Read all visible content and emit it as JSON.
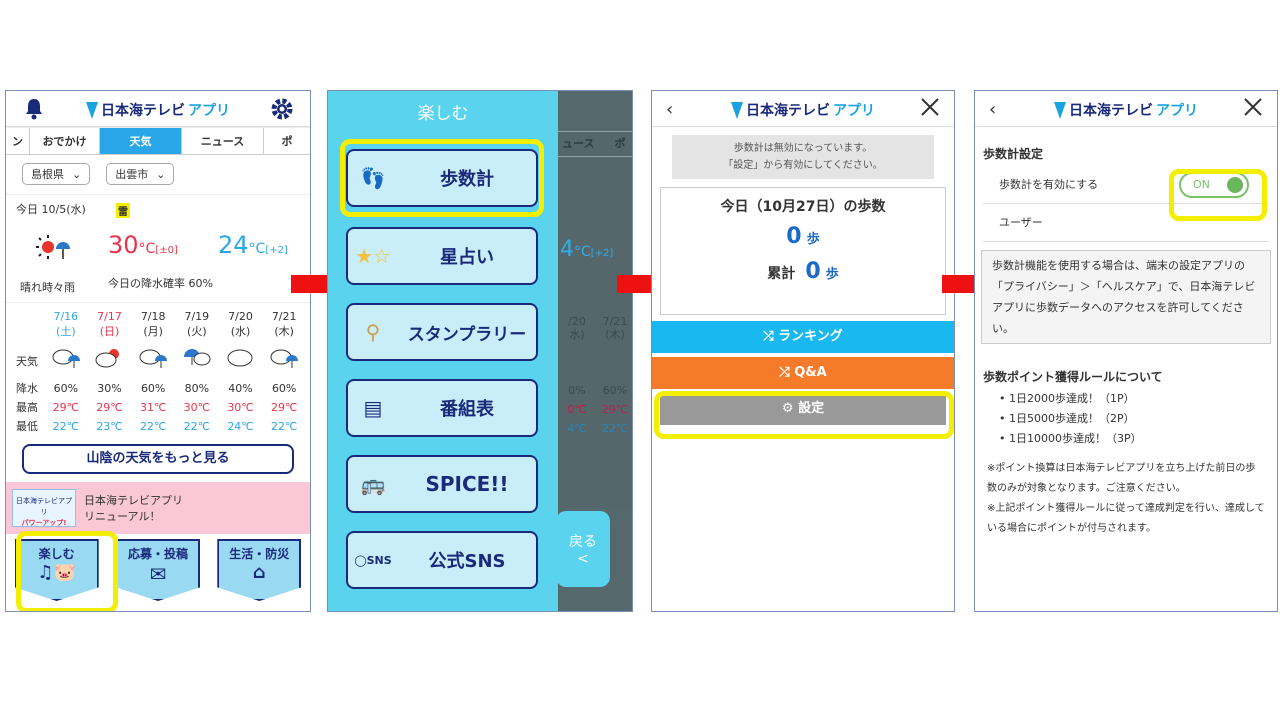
{
  "logo": {
    "main": "日本海テレビ",
    "app": "アプリ"
  },
  "p1": {
    "tabs": [
      "ン",
      "おでかけ",
      "天気",
      "ニュース",
      "ポ"
    ],
    "pref": "島根県",
    "city": "出雲市",
    "today_date": "今日 10/5(水)",
    "today_warn": "雷",
    "high": "30",
    "high_unit": "°C",
    "high_diff": "[±0]",
    "low": "24",
    "low_unit": "°C",
    "low_diff": "[+2]",
    "weather_desc": "晴れ時々雨",
    "rain": "今日の降水確率 60%",
    "days": [
      "7/16",
      "7/17",
      "7/18",
      "7/19",
      "7/20",
      "7/21"
    ],
    "wdays": [
      "(土)",
      "(日)",
      "(月)",
      "(火)",
      "(水)",
      "(木)"
    ],
    "row_labels": [
      "天気",
      "降水",
      "最高",
      "最低"
    ],
    "rain_vals": [
      "60%",
      "30%",
      "60%",
      "80%",
      "40%",
      "60%"
    ],
    "max_vals": [
      "29℃",
      "29℃",
      "31℃",
      "30℃",
      "30℃",
      "29℃"
    ],
    "min_vals": [
      "22℃",
      "23℃",
      "22℃",
      "22℃",
      "24℃",
      "22℃"
    ],
    "more": "山陰の天気をもっと見る",
    "banner_l1": "日本海テレビアプリ",
    "banner_l2": "リニューアル！",
    "banner_img_l1": "日本海テレビアプリ",
    "banner_img_l2": "パワーアップ!",
    "nav": [
      "楽しむ",
      "応募・投稿",
      "生活・防災"
    ]
  },
  "p2": {
    "title": "楽しむ",
    "items": [
      "歩数計",
      "星占い",
      "スタンプラリー",
      "番組表",
      "SPICE!!",
      "公式SNS"
    ],
    "back_l1": "戻る",
    "back_l2": "<",
    "bg_tab1": "ュース",
    "bg_tab2": "ポ",
    "bg_low": "4",
    "bg_low_unit": "°C",
    "bg_low_diff": "[+2]",
    "bg_day1": "/20",
    "bg_wday1": "水)",
    "bg_day2": "7/21",
    "bg_wday2": "(木)",
    "bg_r1": "0%",
    "bg_r2": "60%",
    "bg_m1": "0℃",
    "bg_m2": "29℃",
    "bg_n1": "4℃",
    "bg_n2": "22℃"
  },
  "p3": {
    "notice_l1": "歩数計は無効になっています。",
    "notice_l2": "「設定」から有効にしてください。",
    "today_title": "今日（10月27日）の歩数",
    "today_steps": "0",
    "unit": "歩",
    "total_label": "累計",
    "total_steps": "0",
    "ranking": "ランキング",
    "qa": "Q&A",
    "settings": "設定"
  },
  "p4": {
    "section": "歩数計設定",
    "enable": "歩数計を有効にする",
    "toggle": "ON",
    "user": "ユーザー",
    "info": "歩数計機能を使用する場合は、端末の設定アプリの「プライバシー」＞「ヘルスケア」で、日本海テレビアプリに歩数データへのアクセスを許可してください。",
    "rules_title": "歩数ポイント獲得ルールについて",
    "rules": [
      "1日2000歩達成！（1P）",
      "1日5000歩達成！（2P）",
      "1日10000歩達成！（3P）"
    ],
    "note1": "※ポイント換算は日本海テレビアプリを立ち上げた前日の歩数のみが対象となります。ご注意ください。",
    "note2": "※上記ポイント獲得ルールに従って達成判定を行い、達成している場合にポイントが付与されます。"
  }
}
